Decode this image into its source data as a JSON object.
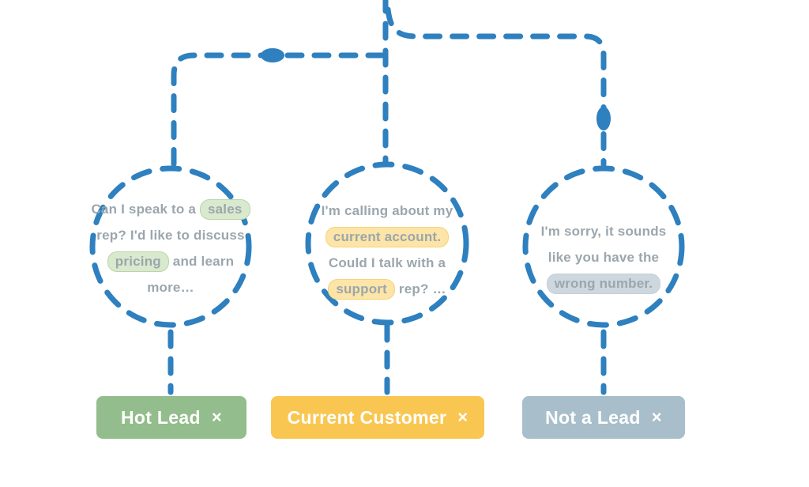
{
  "diagram": {
    "connector_color": "#2e80bf",
    "text_color": "#9ba6ad",
    "nodes": [
      {
        "name": "utterance-hot-lead",
        "highlight_color": "#d9e9cd",
        "segments": [
          {
            "text": "Can I speak to a ",
            "highlight": false
          },
          {
            "text": "sales",
            "highlight": true
          },
          {
            "text": " rep? I'd like to discuss ",
            "highlight": false
          },
          {
            "text": "pricing",
            "highlight": true
          },
          {
            "text": " and learn more…",
            "highlight": false
          }
        ]
      },
      {
        "name": "utterance-current-customer",
        "highlight_color": "#fce5a6",
        "segments": [
          {
            "text": "I'm calling about my ",
            "highlight": false
          },
          {
            "text": "current account.",
            "highlight": true
          },
          {
            "text": " Could I talk with a ",
            "highlight": false
          },
          {
            "text": "support",
            "highlight": true
          },
          {
            "text": " rep? …",
            "highlight": false
          }
        ]
      },
      {
        "name": "utterance-not-a-lead",
        "highlight_color": "#cdd8de",
        "segments": [
          {
            "text": "I'm sorry, it sounds like you have the ",
            "highlight": false
          },
          {
            "text": "wrong number.",
            "highlight": true
          }
        ]
      }
    ],
    "tags": [
      {
        "label": "Hot Lead",
        "close_label": "×",
        "color": "#93bd8c"
      },
      {
        "label": "Current Customer",
        "close_label": "×",
        "color": "#f9c751"
      },
      {
        "label": "Not a Lead",
        "close_label": "×",
        "color": "#a8bfcb"
      }
    ]
  }
}
